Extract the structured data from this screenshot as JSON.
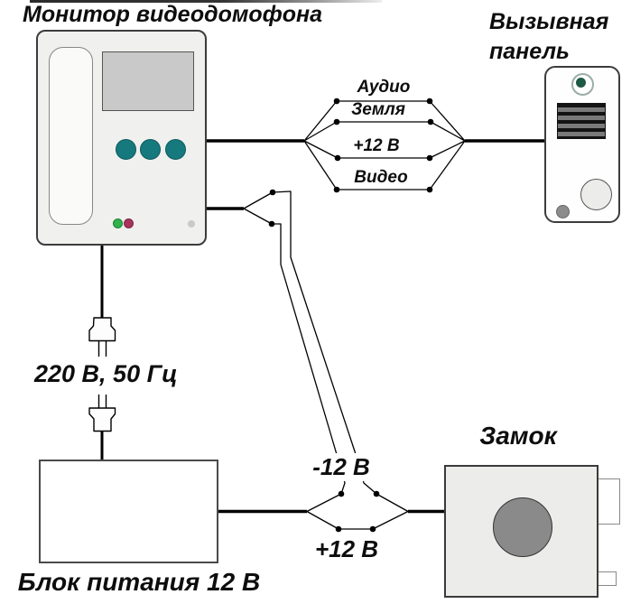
{
  "monitor": {
    "title": "Монитор видеодомофона"
  },
  "call_panel": {
    "title": "Вызывная панель"
  },
  "lock": {
    "title": "Замок"
  },
  "power_supply": {
    "label": "Блок питания 12 В"
  },
  "mains": {
    "label": "220 В, 50 Гц"
  },
  "bus_wires": [
    "Аудио",
    "Земля",
    "+12 В",
    "Видео"
  ],
  "dc_wires": {
    "negative": "-12 В",
    "positive": "+12 В"
  },
  "colors": {
    "device_fill": "#f0f0ee",
    "screen_gray": "#c9c9c9",
    "teal_button": "#16797d",
    "led_green": "#2fb14c",
    "led_red": "#a8335c",
    "camera_ring": "#9bada8",
    "camera_lens": "#1d5944",
    "grille_dark": "#141414",
    "grille_light": "#7a7a7a",
    "panel_dot": "#8c8c8c",
    "lock_circle": "#8a8a8a",
    "wire": "#000000"
  }
}
